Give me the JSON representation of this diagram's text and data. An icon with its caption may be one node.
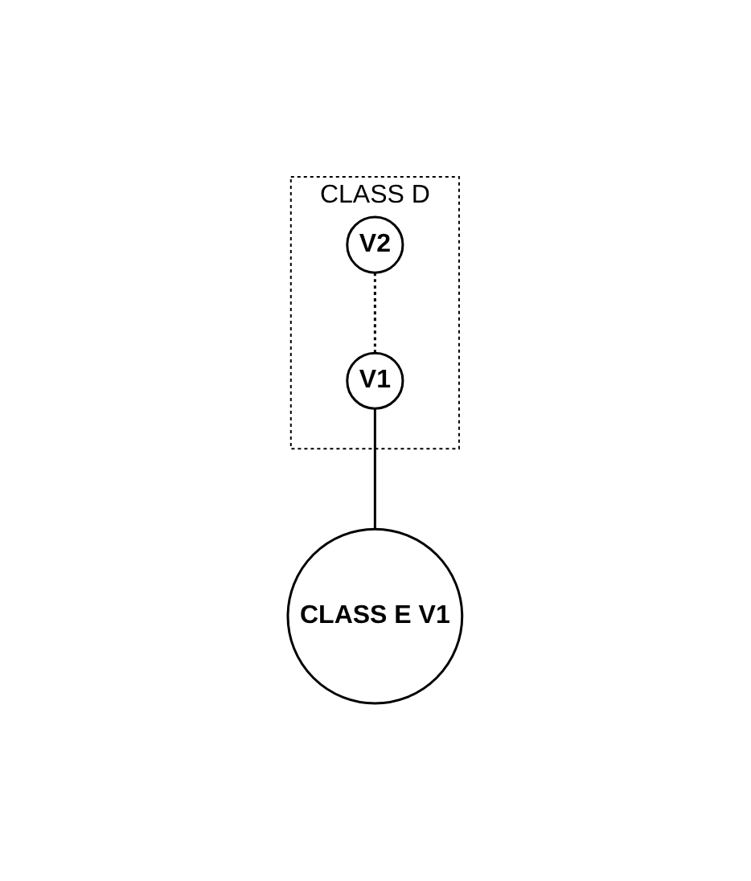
{
  "diagram": {
    "nodes": [
      {
        "text": [
          "CLASS D"
        ]
      },
      {
        "text": [
          "V1"
        ],
        "in": 0
      },
      {
        "text": [
          "V2"
        ],
        "in": 0
      },
      {
        "text": [
          "CLASS E V1"
        ]
      }
    ],
    "edges": [
      {
        "from": 2,
        "to": 1,
        "arrow": "none",
        "style": "dashed"
      },
      {
        "from": 1,
        "to": 3,
        "arrow": "none"
      }
    ]
  }
}
